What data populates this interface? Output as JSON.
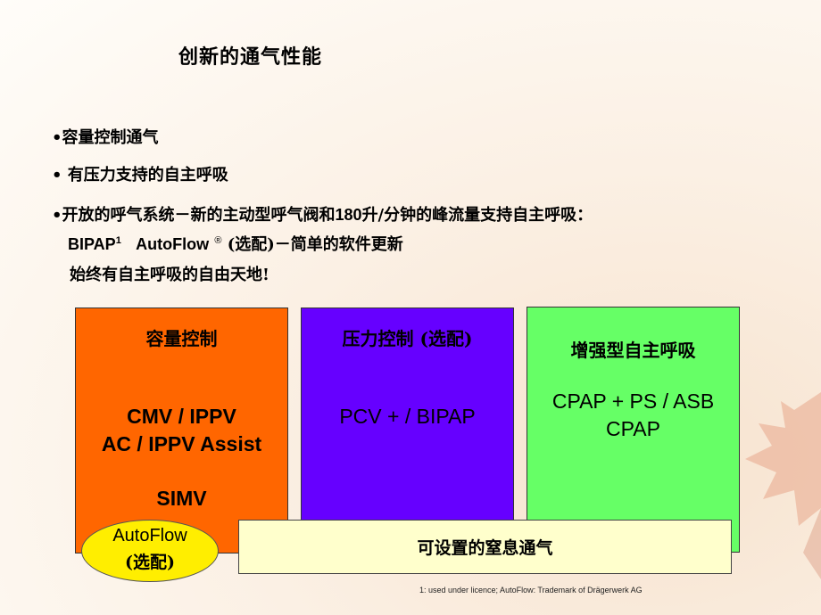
{
  "title": "创新的通气性能",
  "bullets": {
    "b1": "•容量控制通气",
    "b2": "• 有压力支持的自主呼吸",
    "b3_prefix": "•开放的呼气系统－新的主动型呼气阀和",
    "b3_num": "180",
    "b3_unit": "升/分钟的峰流量支持自主呼吸：",
    "b4_bipap": "BIPAP",
    "b4_sup": "1",
    "b4_autoflow": "AutoFlow",
    "b4_reg": "®",
    "b4_opt": "(选配)",
    "b4_rest": "－简单的软件更新",
    "b5": "始终有自主呼吸的自由天地!"
  },
  "boxes": {
    "volume": {
      "title": "容量控制",
      "line1": "CMV / IPPV",
      "line2": "AC / IPPV Assist",
      "line3": "SIMV",
      "color": "#ff6600"
    },
    "pressure": {
      "title": "压力控制 (选配)",
      "line1": "PCV + / BIPAP",
      "color": "#6600ff"
    },
    "spont": {
      "title": "增强型自主呼吸",
      "line1": "CPAP + PS / ASB",
      "line2": "CPAP",
      "color": "#66ff66"
    }
  },
  "apnea": {
    "label": "可设置的窒息通气",
    "color": "#ffffcc"
  },
  "autoflow": {
    "line1": "AutoFlow",
    "line2": "(选配)",
    "color": "#ffee00"
  },
  "footnote": "1: used  under licence; AutoFlow: Trademark of Drägerwerk  AG"
}
